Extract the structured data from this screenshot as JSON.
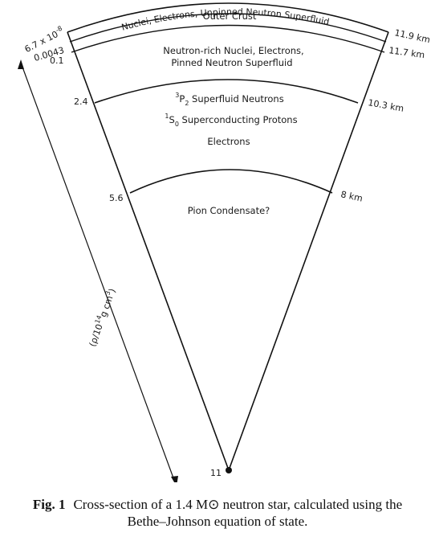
{
  "diagram": {
    "layers": {
      "outer_crust": "Outer Crust",
      "inner_crust_upper": "Nuclei, Electrons, Unpinned Neutron Superfluid",
      "inner_crust_lower_1": "Neutron-rich Nuclei, Electrons,",
      "inner_crust_lower_2": "Pinned Neutron Superfluid",
      "core_line1_sup": "3",
      "core_line1_main": "P",
      "core_line1_sub": "2",
      "core_line1_rest": " Superfluid Neutrons",
      "core_line2_sup": "1",
      "core_line2_main": "S",
      "core_line2_sub": "0",
      "core_line2_rest": " Superconducting Protons",
      "core_line3": "Electrons",
      "inner_core": "Pion Condensate?"
    },
    "density_labels": {
      "d1": "6.7 x 10",
      "d1_exp": "-8",
      "d2": "0.0043",
      "d3": "0.1",
      "d4": "2.4",
      "d5": "5.6",
      "d_center": "11"
    },
    "radius_labels": {
      "r1": "11.9 km",
      "r2": "11.7 km",
      "r3": "10.3 km",
      "r4": "8 km"
    },
    "axis_label": {
      "pre": "(ρ/10",
      "exp": "14",
      "post": "g cm",
      "exp2": "3",
      "close": ")"
    }
  },
  "caption": {
    "label": "Fig. 1",
    "text": "Cross-section of a 1.4 M⊙ neutron star, calculated using the Bethe–Johnson equation of state."
  }
}
